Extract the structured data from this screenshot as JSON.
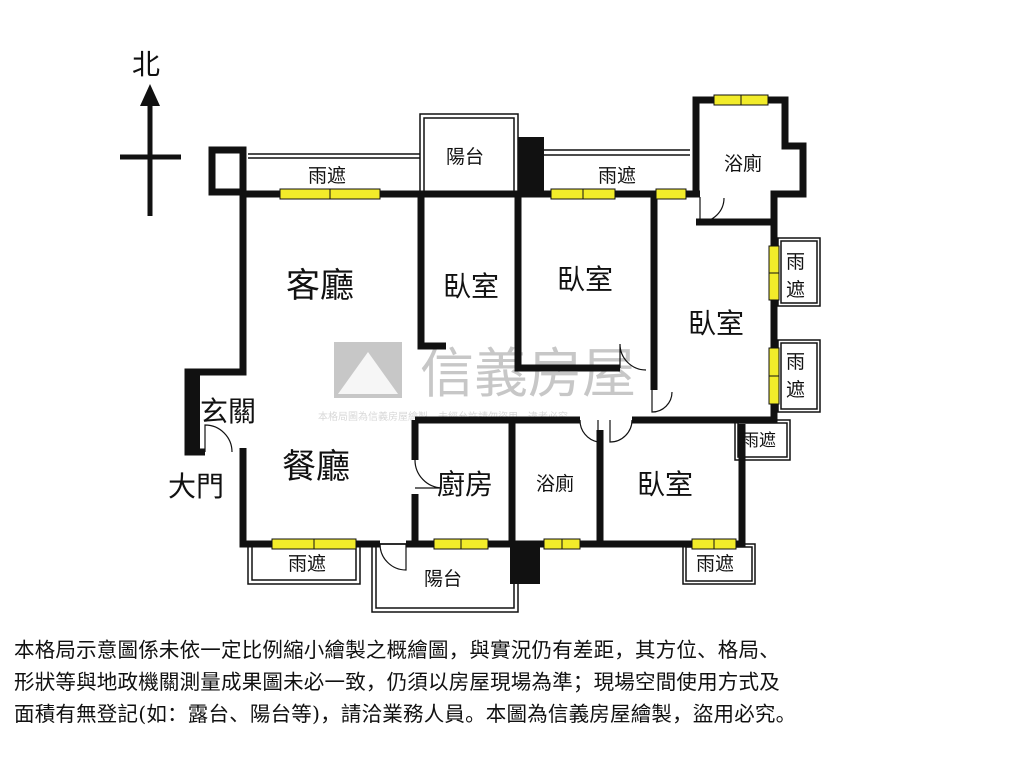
{
  "compass": {
    "label": "北"
  },
  "rooms": {
    "living_room": "客廳",
    "dining_room": "餐廳",
    "entrance": "玄關",
    "main_door": "大門",
    "bedroom_1": "臥室",
    "bedroom_2": "臥室",
    "bedroom_3": "臥室",
    "bedroom_4": "臥室",
    "bathroom_1": "浴廁",
    "bathroom_2": "浴廁",
    "kitchen": "廚房",
    "balcony_top": "陽台",
    "balcony_bottom": "陽台"
  },
  "canopies": {
    "top_left": "雨遮",
    "top_middle": "雨遮",
    "right_upper": [
      "雨",
      "遮"
    ],
    "right_lower": [
      "雨",
      "遮"
    ],
    "right_mid": "雨遮",
    "bottom_left": "雨遮",
    "bottom_right": "雨遮"
  },
  "watermark": {
    "brand": "信義房屋",
    "subtext": "本格局圖為信義房屋繪製，未經允許請勿盜用，違者必究"
  },
  "disclaimer": [
    "本格局示意圖係未依一定比例縮小繪製之概繪圖，與實況仍有差距，其方位、格局、",
    "形狀等與地政機關測量成果圖未必一致，仍須以房屋現場為準；現場空間使用方式及",
    "面積有無登記(如：露台、陽台等)，請洽業務人員。本圖為信義房屋繪製，盜用必究。"
  ],
  "colors": {
    "wall": "#111111",
    "window": "#f2ec2a",
    "watermark": "#9a9a9a"
  }
}
